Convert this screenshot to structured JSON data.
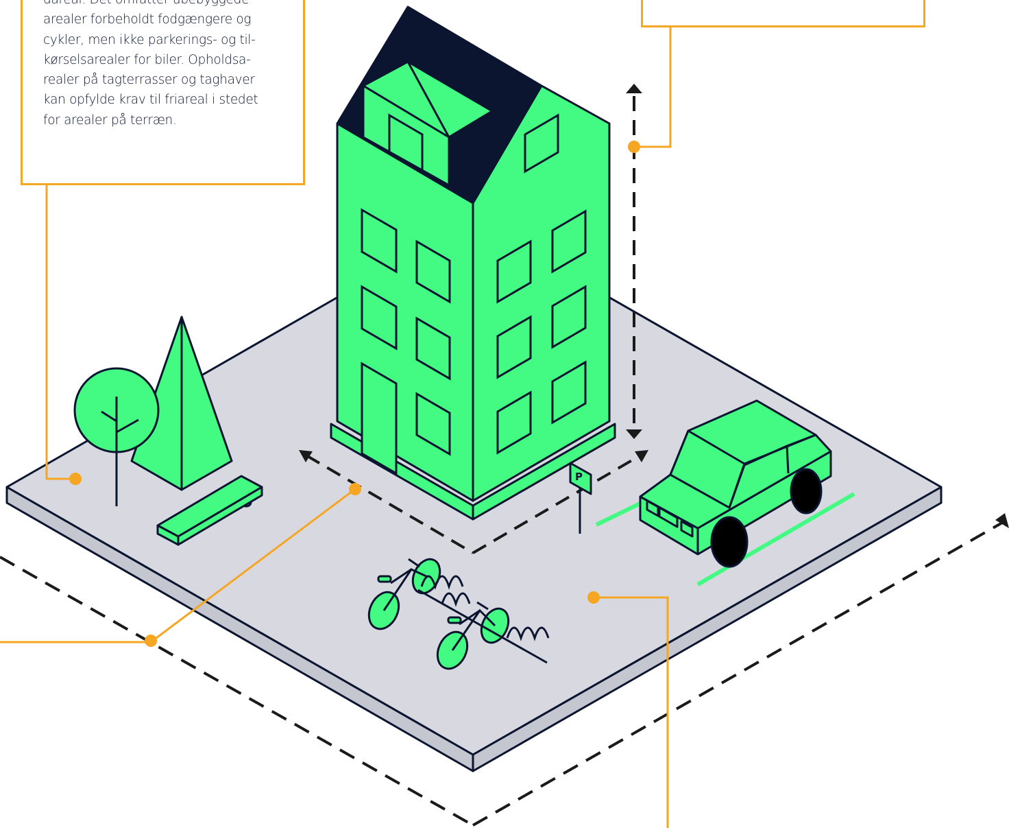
{
  "callouts": {
    "open_space": {
      "lines": [
        "dareal. Det omfatter ubebyggede",
        "arealer forbeholdt fodgængere og",
        "cykler, men ikke parkerings- og til-",
        "kørselsarealer for biler. Opholdsa-",
        "realer på tagterrasser og taghaver",
        "kan opfylde krav til friareal i stedet",
        "for arealer på terræn."
      ]
    },
    "height": {
      "lines": []
    }
  },
  "sign": {
    "label": "P"
  },
  "colors": {
    "accent_green": "#43fb83",
    "outline_navy": "#0b1530",
    "ground_grey": "#d8d9e0",
    "ground_side": "#c4c6d0",
    "callout_orange": "#f5a623",
    "dash_black": "#1a1a1a"
  },
  "icons": [
    "building-icon",
    "round-tree-icon",
    "cone-tree-icon",
    "bench-icon",
    "car-icon",
    "bicycle-icon",
    "bike-rack-icon",
    "parking-sign-icon"
  ]
}
